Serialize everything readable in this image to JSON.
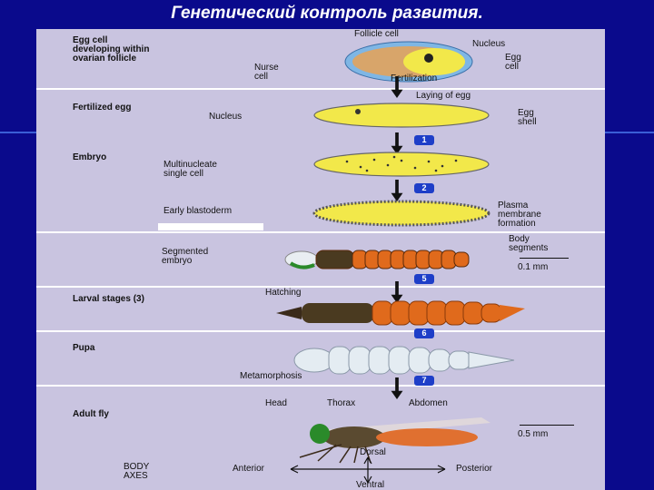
{
  "title": "Генетический контроль развития.",
  "colors": {
    "background": "#0a0a8c",
    "panel": "#c9c4e0",
    "badge": "#1e3ec8",
    "egg": "#f2e84a"
  },
  "stages": [
    {
      "label": "Egg cell\ndeveloping within\novarian follicle"
    },
    {
      "label": "Fertilized egg"
    },
    {
      "label": "Embryo"
    },
    {
      "label": "Segmented\nembryo"
    },
    {
      "label": "Larval stages (3)"
    },
    {
      "label": "Pupa"
    },
    {
      "label": "Adult fly"
    }
  ],
  "labels": {
    "follicle_cell": "Follicle cell",
    "nucleus": "Nucleus",
    "egg_cell": "Egg\ncell",
    "nurse_cell": "Nurse\ncell",
    "fertilization": "Fertilization",
    "laying_of_egg": "Laying of egg",
    "nucleus2": "Nucleus",
    "egg_shell": "Egg\nshell",
    "multinucleate": "Multinucleate\nsingle cell",
    "early_blastoderm": "Early blastoderm",
    "plasma_membrane": "Plasma\nmembrane\nformation",
    "body_segments": "Body\nsegments",
    "scale1": "0.1 mm",
    "hatching": "Hatching",
    "metamorphosis": "Metamorphosis",
    "head": "Head",
    "thorax": "Thorax",
    "abdomen": "Abdomen",
    "scale2": "0.5 mm",
    "body_axes": "BODY\nAXES",
    "dorsal": "Dorsal",
    "anterior": "Anterior",
    "posterior": "Posterior",
    "ventral": "Ventral"
  },
  "steps": [
    "1",
    "2",
    "5",
    "6",
    "7"
  ]
}
